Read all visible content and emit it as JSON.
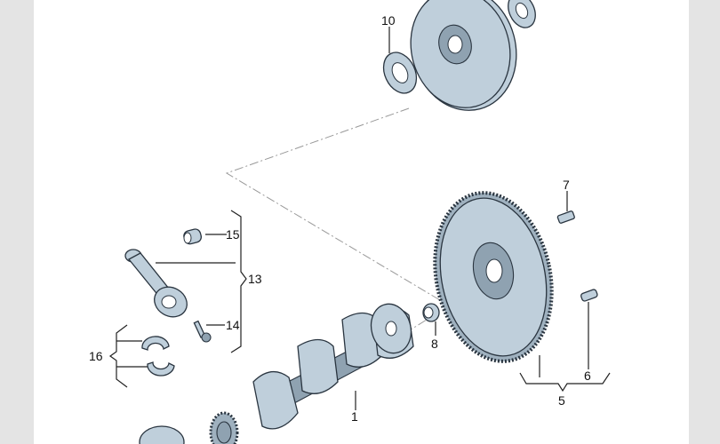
{
  "diagram": {
    "title": "Crankshaft and flywheel exploded view",
    "labels": {
      "p1": "1",
      "p5": "5",
      "p6": "6",
      "p7": "7",
      "p8": "8",
      "p10": "10",
      "p13": "13",
      "p14": "14",
      "p15": "15",
      "p16": "16"
    },
    "colors": {
      "part_fill": "#bfcfdb",
      "outline": "#2a3540",
      "side_bars": "#e4e4e4"
    }
  }
}
